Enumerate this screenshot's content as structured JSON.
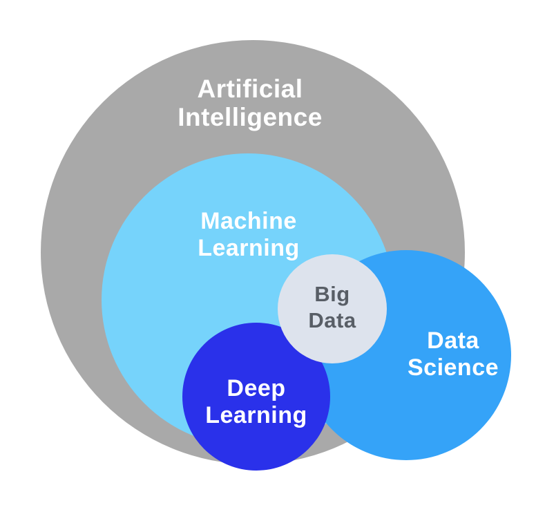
{
  "figure": {
    "type": "euler-diagram",
    "background": "#ffffff",
    "circles": [
      {
        "name": "artificial-intelligence",
        "lines": [
          "Artificial",
          "Intelligence"
        ],
        "fill": "#a9a9a9",
        "text_color": "#ffffff"
      },
      {
        "name": "machine-learning",
        "lines": [
          "Machine",
          "Learning"
        ],
        "fill": "#76d3fb",
        "text_color": "#ffffff"
      },
      {
        "name": "data-science",
        "lines": [
          "Data",
          "Science"
        ],
        "fill": "#35a3f8",
        "text_color": "#ffffff"
      },
      {
        "name": "deep-learning",
        "lines": [
          "Deep",
          "Learning"
        ],
        "fill": "#2a31ea",
        "text_color": "#ffffff"
      },
      {
        "name": "big-data",
        "lines": [
          "Big",
          "Data"
        ],
        "fill": "#dde3ed",
        "text_color": "#585e66"
      }
    ]
  }
}
